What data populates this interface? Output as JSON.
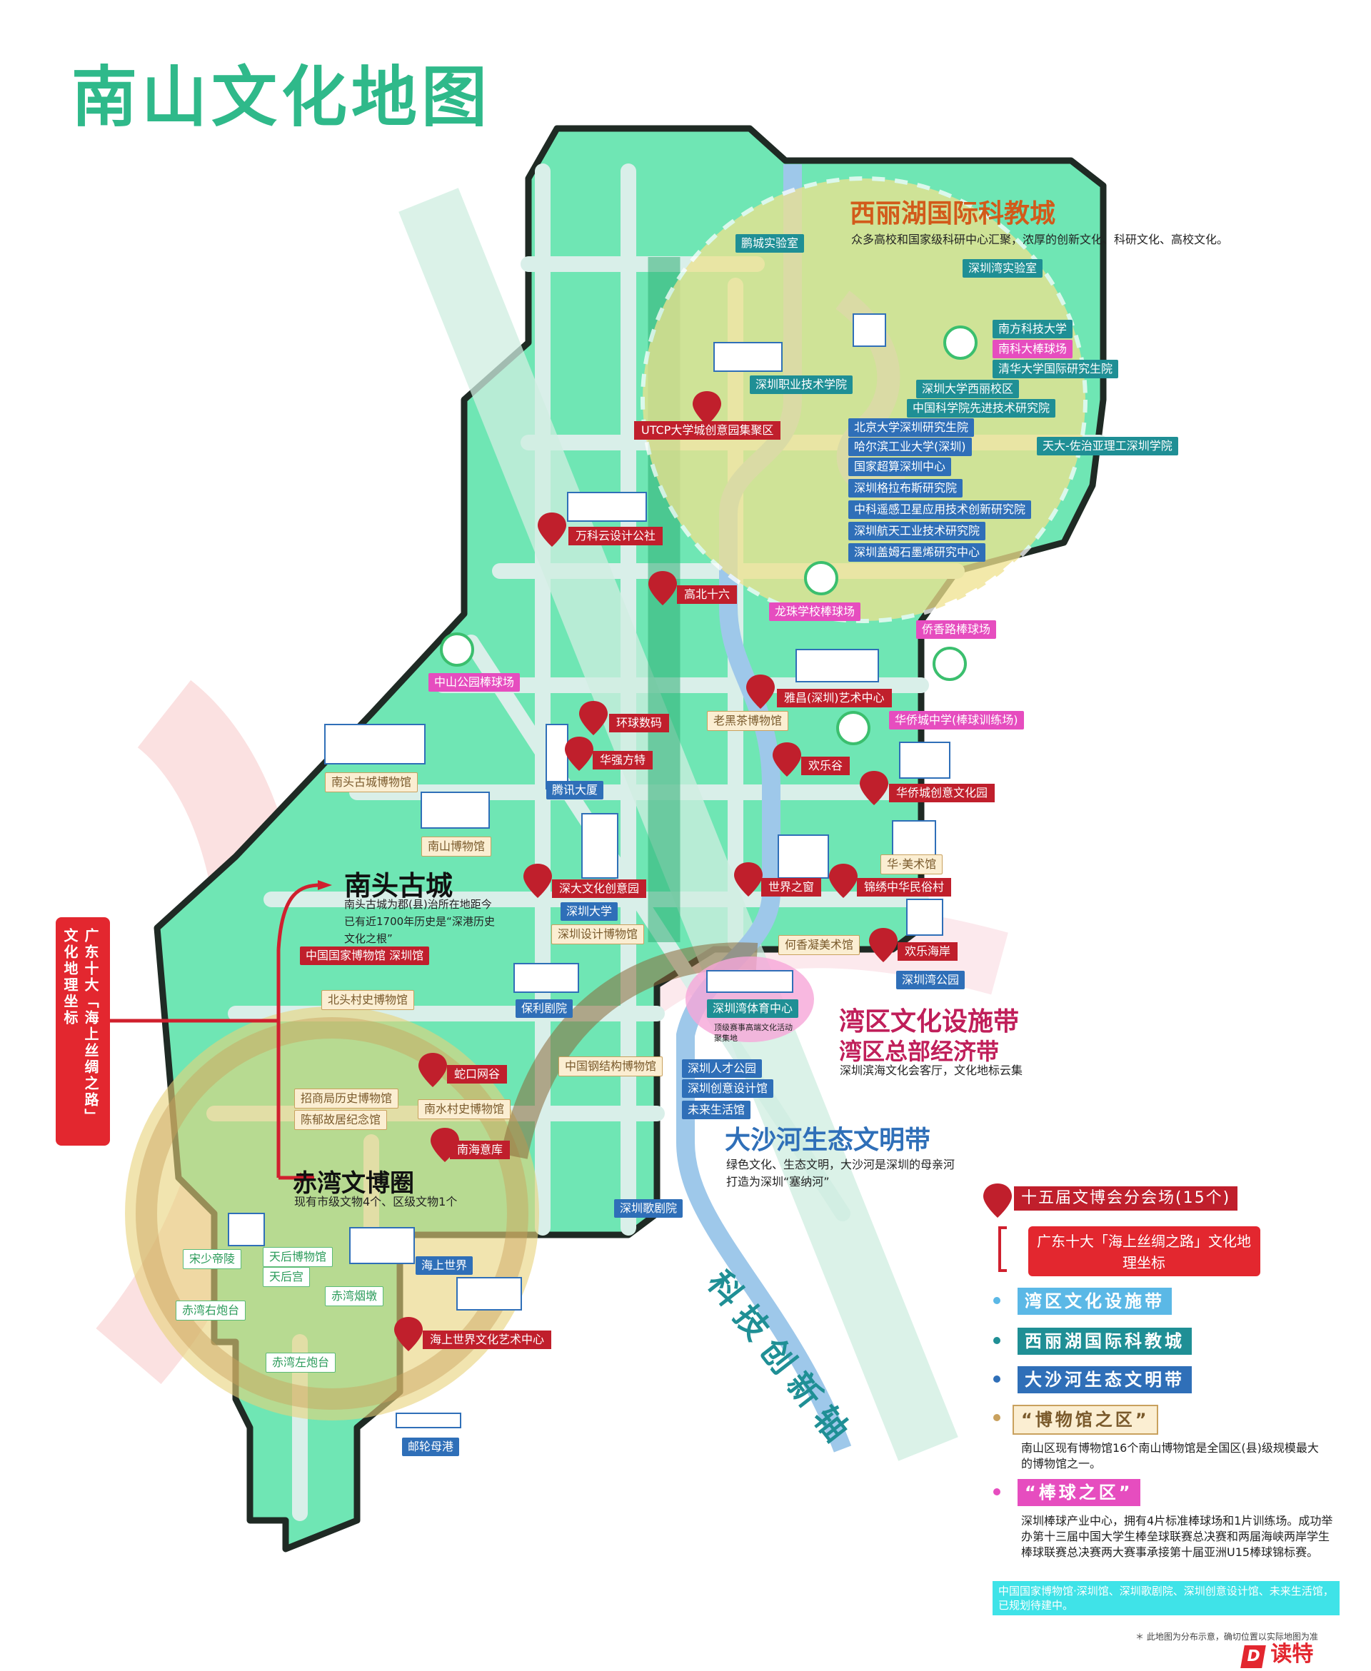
{
  "title": "南山文化地图",
  "colors": {
    "land": "#6fe6b4",
    "road": "#d9efe9",
    "green": "#2fb98a",
    "red": "#c01f2c",
    "teal": "#1f8f95",
    "blue": "#2f6fb8",
    "pink": "#e64dbf",
    "tan": "#c9a15e"
  },
  "regions": {
    "xili": {
      "title": "西丽湖国际科教城",
      "desc": "众多高校和国家级科研中心汇聚，浓厚的创新文化、科研文化、高校文化。"
    },
    "nantou": {
      "title": "南头古城",
      "desc": "南头古城为郡(县)治所在地距今已有近1700年历史是“深港历史文化之根”"
    },
    "chiwan": {
      "title": "赤湾文博圈",
      "desc": "现有市级文物4个、区级文物1个"
    },
    "bay": {
      "title1": "湾区文化设施带",
      "title2": "湾区总部经济带",
      "desc": "深圳滨海文化会客厅，文化地标云集"
    },
    "dashahe": {
      "title": "大沙河生态文明带",
      "desc1": "绿色文化、生态文明，大沙河是深圳的母亲河",
      "desc2": "打造为深圳“塞纳河”"
    }
  },
  "axis_label": "科技创新轴",
  "silk_road_vertical": "广东十大「海上丝绸之路」文化地理坐标",
  "teal_tags": [
    "鹏城实验室",
    "深圳湾实验室",
    "南方科技大学",
    "清华大学国际研究生院",
    "深圳职业技术学院",
    "深圳大学西丽校区",
    "中国科学院先进技术研究院",
    "天大-佐治亚理工深圳学院",
    "深圳湾体育中心"
  ],
  "blue_tags": [
    "北京大学深圳研究生院",
    "哈尔滨工业大学(深圳)",
    "国家超算深圳中心",
    "深圳格拉布斯研究院",
    "中科遥感卫星应用技术创新研究院",
    "深圳航天工业技术研究院",
    "深圳盖姆石墨烯研究中心",
    "腾讯大厦",
    "深圳大学",
    "保利剧院",
    "深圳湾公园",
    "深圳人才公园",
    "深圳创意设计馆",
    "未来生活馆",
    "深圳歌剧院",
    "海上世界",
    "邮轮母港"
  ],
  "tan_tags": [
    "老黑茶博物馆",
    "南头古城博物馆",
    "南山博物馆",
    "深圳设计博物馆",
    "北头村史博物馆",
    "中国钢结构博物馆",
    "招商局历史博物馆",
    "陈郁故居纪念馆",
    "南水村史博物馆",
    "华·美术馆",
    "何香凝美术馆"
  ],
  "pink_tags": [
    "南科大棒球场",
    "龙珠学校棒球场",
    "侨香路棒球场",
    "中山公园棒球场",
    "华侨城中学(棒球训练场)"
  ],
  "green_tags": [
    "宋少帝陵",
    "天后博物馆",
    "天后宫",
    "赤湾烟墩",
    "赤湾右炮台",
    "赤湾左炮台"
  ],
  "red_tags": [
    "中国国家博物馆 深圳馆"
  ],
  "pins": [
    "UTCP大学城创意园集聚区",
    "万科云设计公社",
    "高北十六",
    "雅昌(深圳)艺术中心",
    "环球数码",
    "华强方特",
    "欢乐谷",
    "华侨城创意文化园",
    "深大文化创意园",
    "世界之窗",
    "锦绣中华民俗村",
    "欢乐海岸",
    "蛇口网谷",
    "南海意库",
    "海上世界文化艺术中心"
  ],
  "bay_note": "顶级赛事高端文化活动聚集地",
  "legend": {
    "pin": "十五届文博会分会场(15个)",
    "silk": "广东十大「海上丝绸之路」文化地理坐标",
    "bay": "湾区文化设施带",
    "xili": "西丽湖国际科教城",
    "dashahe": "大沙河生态文明带",
    "museum": "“博物馆之区”",
    "museum_desc": "南山区现有博物馆16个南山博物馆是全国区(县)级规模最大的博物馆之一。",
    "baseball": "“棒球之区”",
    "baseball_desc": "深圳棒球产业中心，拥有4片标准棒球场和1片训练场。成功举办第十三届中国大学生棒垒球联赛总决赛和两届海峡两岸学生棒球联赛总决赛两大赛事承接第十届亚洲U15棒球锦标赛。",
    "planned": "中国国家博物馆·深圳馆、深圳歌剧院、深圳创意设计馆、未来生活馆，已规划待建中。",
    "note": "＊ 此地图为分布示意，确切位置以实际地图为准",
    "brand": "读特"
  }
}
